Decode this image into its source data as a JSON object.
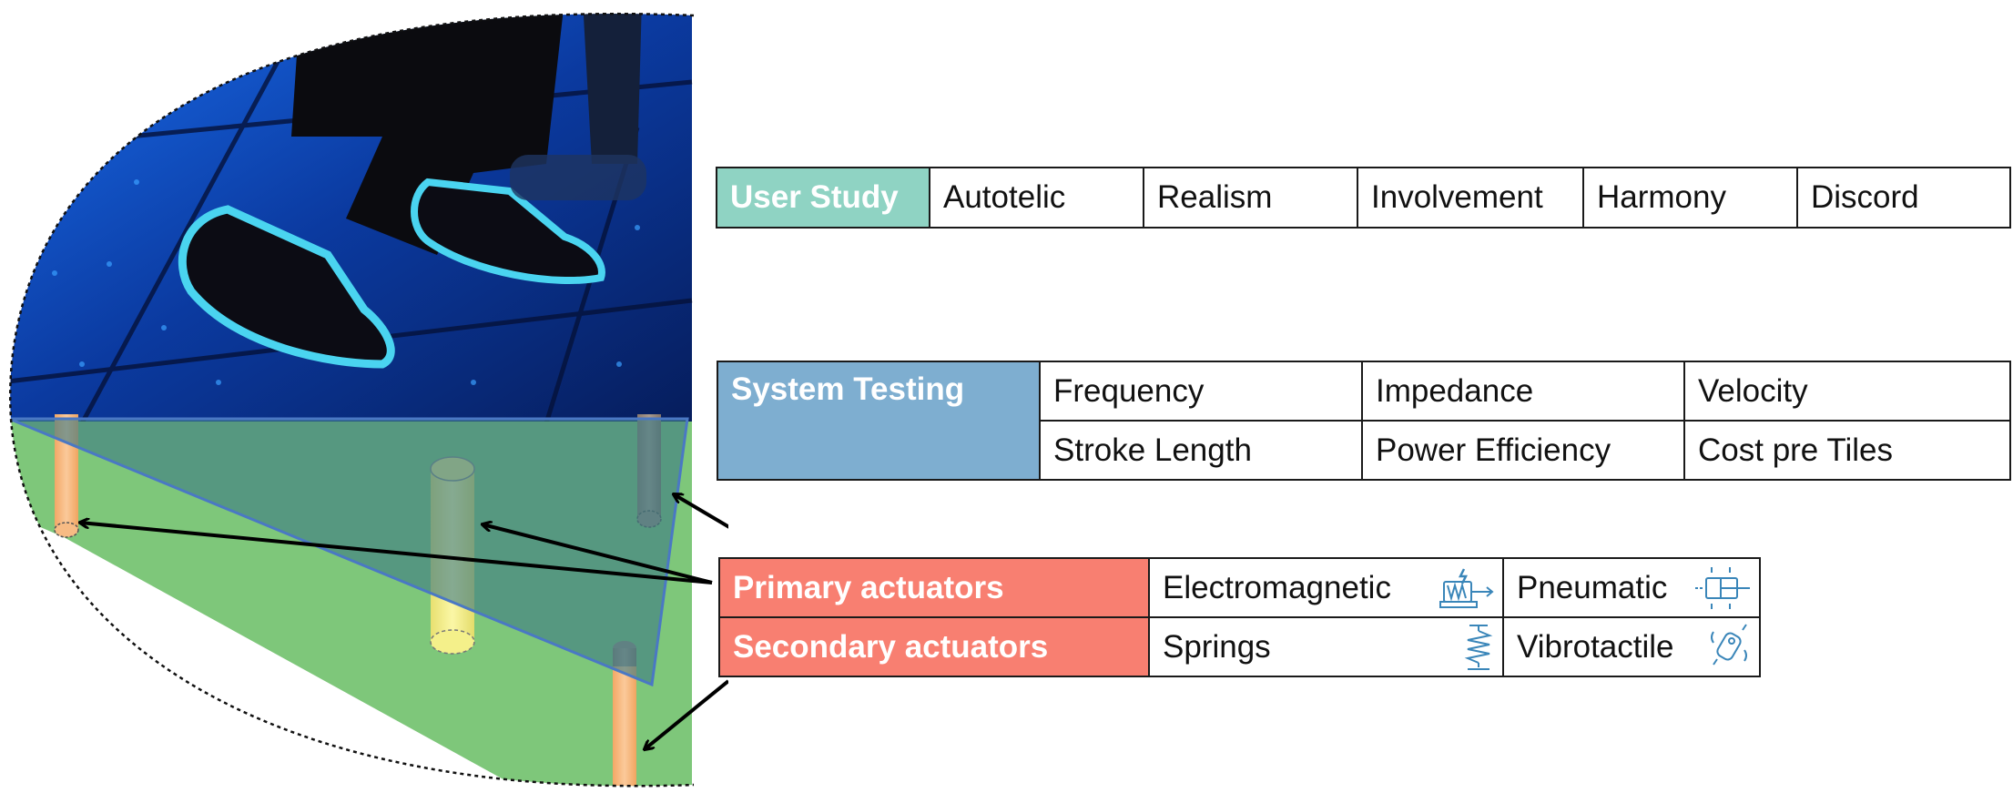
{
  "user_study": {
    "header": "User Study",
    "metrics": [
      "Autotelic",
      "Realism",
      "Involvement",
      "Harmony",
      "Discord"
    ]
  },
  "system_testing": {
    "header": "System Testing",
    "row1": [
      "Frequency",
      "Impedance",
      "Velocity"
    ],
    "row2": [
      "Stroke Length",
      "Power Efficiency",
      "Cost pre Tiles"
    ]
  },
  "actuators": {
    "primary": {
      "label": "Primary actuators",
      "items": [
        {
          "name": "Electromagnetic",
          "icon": "electromagnetic-actuator-icon"
        },
        {
          "name": "Pneumatic",
          "icon": "pneumatic-cylinder-icon"
        }
      ]
    },
    "secondary": {
      "label": "Secondary actuators",
      "items": [
        {
          "name": "Springs",
          "icon": "spring-icon"
        },
        {
          "name": "Vibrotactile",
          "icon": "vibration-motor-icon"
        }
      ]
    }
  },
  "colors": {
    "user_study_header": "#8fd3c3",
    "system_testing_header": "#7eaed0",
    "actuator_header": "#f87f71",
    "floor_photo": "#0a3fa8",
    "tile_green": "#7ec77a",
    "glass_panel": "#3d7a84",
    "actuator_orange": "#f7bb84",
    "actuator_yellow": "#f4f08a",
    "actuator_gray": "#9a8b80",
    "icon_blue": "#3a86b9"
  }
}
